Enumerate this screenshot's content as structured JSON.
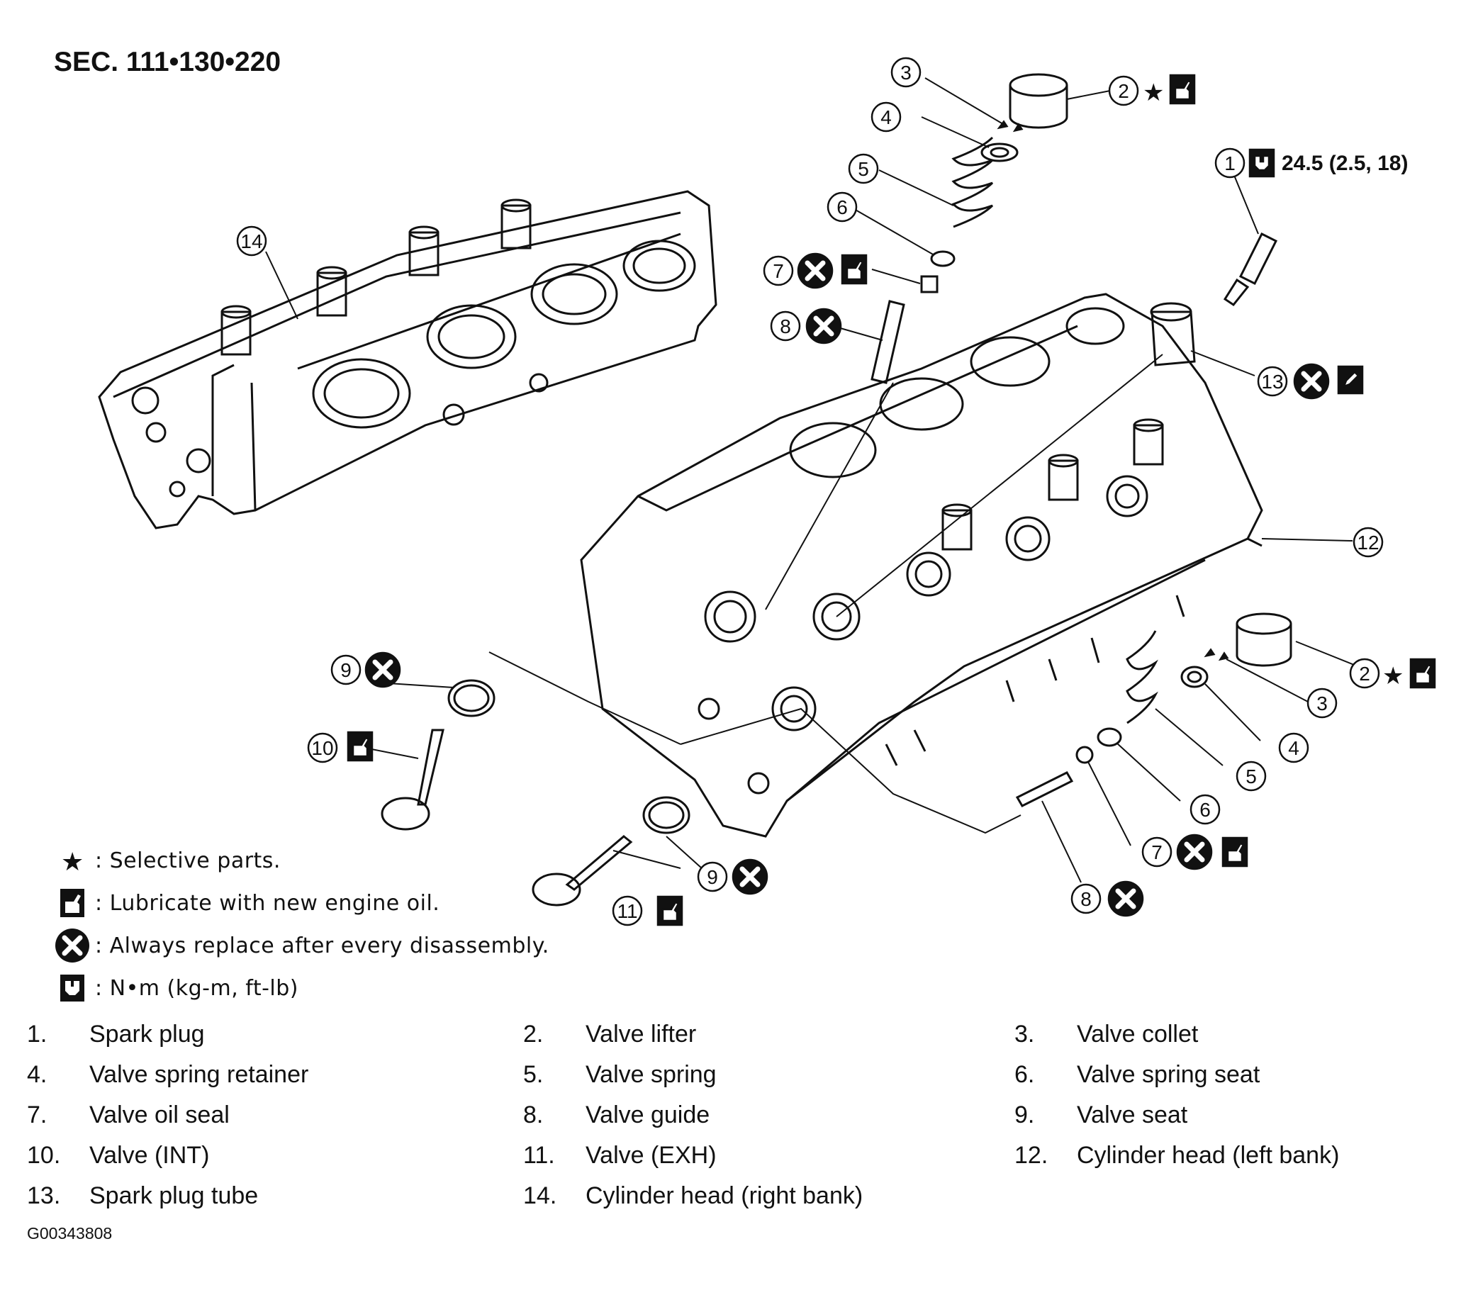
{
  "section": "SEC. 111•130•220",
  "torque_spec": "24.5 (2.5, 18)",
  "callouts": {
    "c1": "1",
    "c2a": "2",
    "c2b": "2",
    "c3a": "3",
    "c3b": "3",
    "c4a": "4",
    "c4b": "4",
    "c5a": "5",
    "c5b": "5",
    "c6a": "6",
    "c6b": "6",
    "c7a": "7",
    "c7b": "7",
    "c8a": "8",
    "c8b": "8",
    "c9a": "9",
    "c9b": "9",
    "c10": "10",
    "c11": "11",
    "c12": "12",
    "c13": "13",
    "c14": "14"
  },
  "legend": [
    {
      "icon": "star-icon",
      "text": ": Selective parts."
    },
    {
      "icon": "oil-can-icon",
      "text": ": Lubricate with new engine oil."
    },
    {
      "icon": "replace-x-icon",
      "text": ": Always replace after every disassembly."
    },
    {
      "icon": "torque-wrench-icon",
      "text": ": N•m  (kg-m,  ft-lb)"
    }
  ],
  "parts": [
    {
      "num": "1.",
      "name": "Spark plug"
    },
    {
      "num": "2.",
      "name": "Valve lifter"
    },
    {
      "num": "3.",
      "name": "Valve collet"
    },
    {
      "num": "4.",
      "name": "Valve spring retainer"
    },
    {
      "num": "5.",
      "name": "Valve spring"
    },
    {
      "num": "6.",
      "name": "Valve spring seat"
    },
    {
      "num": "7.",
      "name": "Valve oil seal"
    },
    {
      "num": "8.",
      "name": "Valve guide"
    },
    {
      "num": "9.",
      "name": "Valve seat"
    },
    {
      "num": "10.",
      "name": "Valve (INT)"
    },
    {
      "num": "11.",
      "name": "Valve (EXH)"
    },
    {
      "num": "12.",
      "name": "Cylinder head (left bank)"
    },
    {
      "num": "13.",
      "name": "Spark plug tube"
    },
    {
      "num": "14.",
      "name": "Cylinder head (right bank)"
    }
  ],
  "figure_code": "G00343808"
}
